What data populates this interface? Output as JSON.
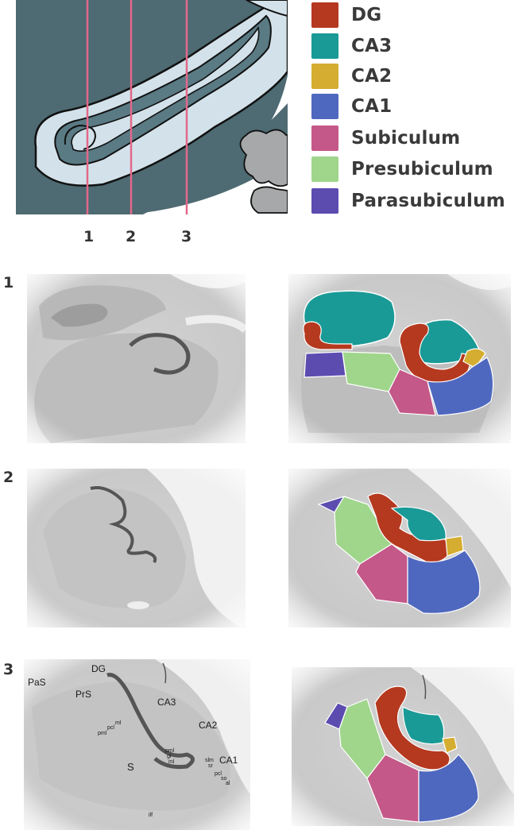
{
  "legend": [
    {
      "label": "DG",
      "color": "#b5391f"
    },
    {
      "label": "CA3",
      "color": "#1a9a96"
    },
    {
      "label": "CA2",
      "color": "#d4ad31"
    },
    {
      "label": "CA1",
      "color": "#4f68bf"
    },
    {
      "label": "Subiculum",
      "color": "#c45888"
    },
    {
      "label": "Presubiculum",
      "color": "#9fd68c"
    },
    {
      "label": "Parasubiculum",
      "color": "#5c4cb0"
    }
  ],
  "schematic": {
    "slice_labels": [
      "1",
      "2",
      "3"
    ],
    "colors": {
      "dark": "#4e6a72",
      "light": "#d3e2ea",
      "mid": "#5a7a84",
      "line": "#e2688a",
      "gray": "#a6a8a9"
    }
  },
  "rows": [
    {
      "number": "1"
    },
    {
      "number": "2"
    },
    {
      "number": "3"
    }
  ],
  "annotations": {
    "PaS": "PaS",
    "PrS": "PrS",
    "DG": "DG",
    "CA3": "CA3",
    "CA2": "CA2",
    "CA1": "CA1",
    "S": "S",
    "pml_left": "pml",
    "pcl_left": "pcl",
    "ml_left": "ml",
    "pml_right": "pml",
    "gl": "gl",
    "ml_right": "ml",
    "slm": "slm",
    "sr": "sr",
    "pcl_right": "pcl",
    "so": "so",
    "al": "al",
    "ilf": "ilf"
  }
}
